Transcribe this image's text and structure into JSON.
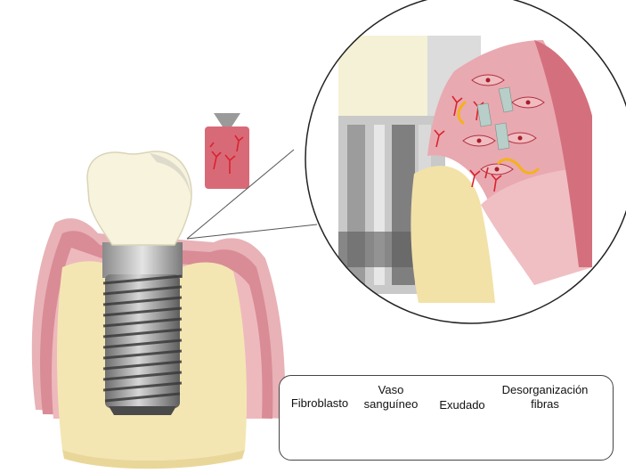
{
  "legend": {
    "fibroblast": "Fibroblasto",
    "vessel_line1": "Vaso",
    "vessel_line2": "sanguíneo",
    "exudate": "Exudado",
    "fibers_line1": "Desorganización",
    "fibers_line2": "fibras"
  },
  "icons": [
    "fibroblast-icon",
    "blood-vessel-icon",
    "exudate-icon",
    "disorganized-fibers-icon"
  ],
  "colors": {
    "gingiva": "#e6a6ad",
    "gingiva_dark": "#d0737f",
    "bone": "#f2e4b0",
    "crown": "#f6f2dc",
    "implant": "#9a9a9a",
    "vessel": "#d9232e",
    "exudate": "#f4b21a",
    "biopsy": "#d86a78"
  }
}
